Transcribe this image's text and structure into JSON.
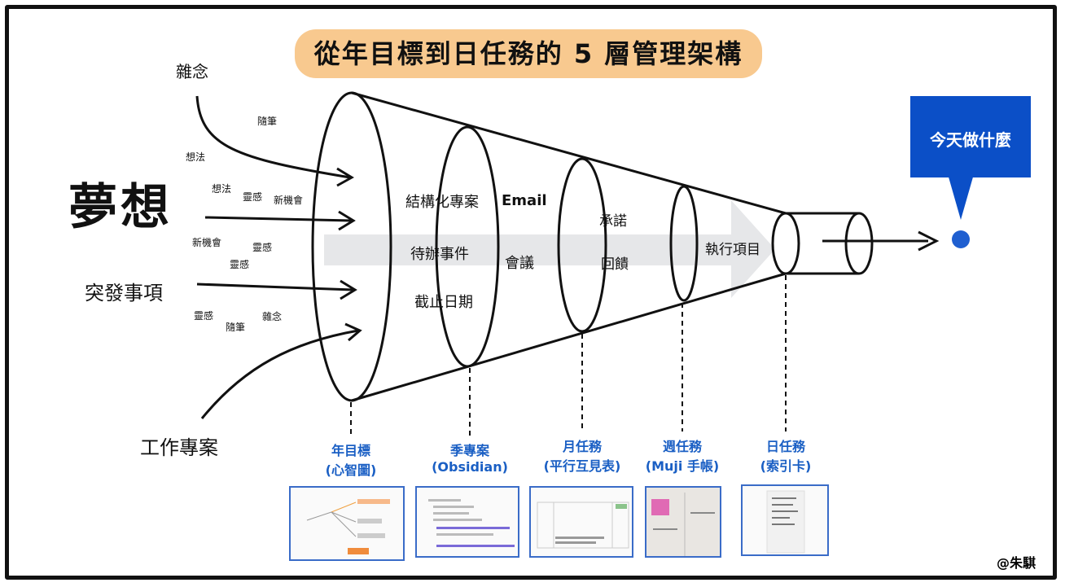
{
  "title": "從年目標到日任務的 5 層管理架構",
  "inputs": {
    "noise": "雜念",
    "dreams": "夢想",
    "emergencies": "突發事項",
    "work_projects": "工作專案",
    "scattered": [
      "隨筆",
      "想法",
      "想法",
      "靈感",
      "新機會",
      "新機會",
      "靈感",
      "靈感",
      "靈感",
      "隨筆",
      "雜念"
    ]
  },
  "funnel_contents": {
    "items": [
      "結構化專案",
      "Email",
      "待辦事件",
      "會議",
      "截止日期",
      "承諾",
      "回饋",
      "執行項目"
    ]
  },
  "layers": [
    {
      "name": "年目標",
      "tool": "(心智圖)"
    },
    {
      "name": "季專案",
      "tool": "(Obsidian)"
    },
    {
      "name": "月任務",
      "tool": "(平行互見表)"
    },
    {
      "name": "週任務",
      "tool": "(Muji 手帳)"
    },
    {
      "name": "日任務",
      "tool": "(索引卡)"
    }
  ],
  "callout": "今天做什麼",
  "credit": "@朱騏",
  "colors": {
    "accent_blue": "#1a5fc4",
    "callout_blue": "#0b4fc7",
    "title_bg": "#f8c98f",
    "arrow_band": "#e6e7e9"
  }
}
